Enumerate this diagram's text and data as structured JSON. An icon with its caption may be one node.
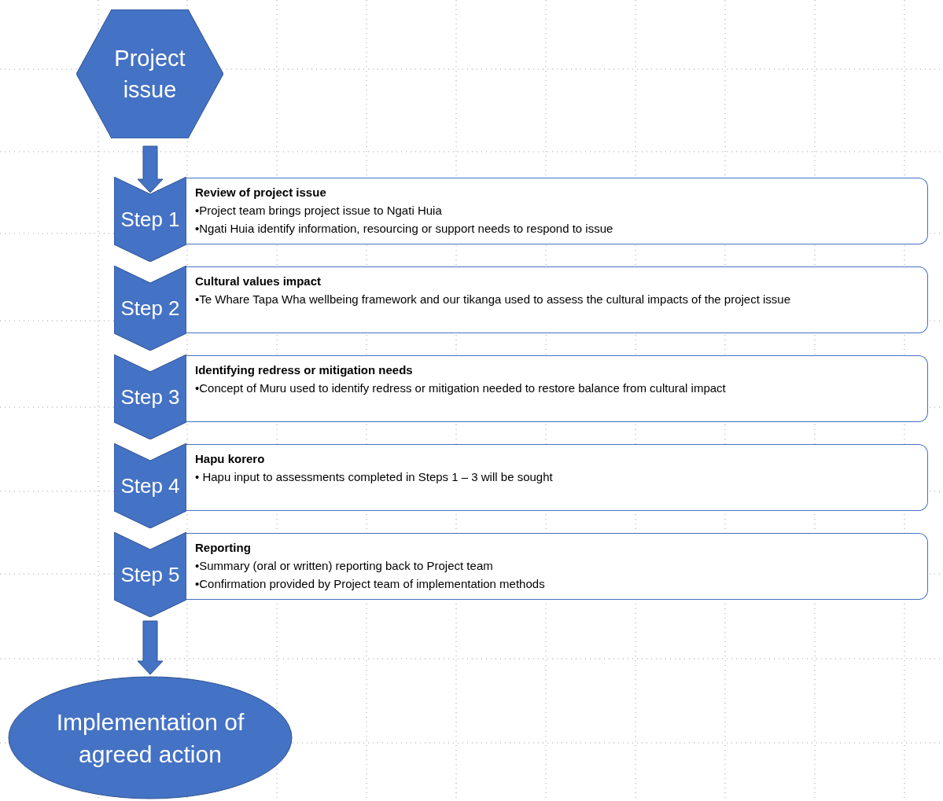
{
  "diagram": {
    "nodes": [
      {
        "text": [
          "Project issue"
        ]
      },
      {
        "text": [
          "Step 1"
        ]
      },
      {
        "text": [
          "Review of project issue",
          "•Project team brings project issue to Ngati Huia",
          "•Ngati Huia identify information, resourcing or support needs to respond to issue"
        ]
      },
      {
        "text": [
          "Step 2"
        ]
      },
      {
        "text": [
          "Cultural values impact",
          "•Te Whare Tapa Wha wellbeing framework and our tikanga used to assess the cultural impacts of the project issue"
        ]
      },
      {
        "text": [
          "Step 3"
        ]
      },
      {
        "text": [
          "Identifying redress or mitigation needs",
          "•Concept of Muru used to identify redress or mitigation needed to restore balance from cultural impact"
        ]
      },
      {
        "text": [
          "Step 4"
        ]
      },
      {
        "text": [
          "Hapu korero",
          "• Hapu input to assessments completed in Steps 1 – 3 will be sought"
        ]
      },
      {
        "text": [
          "Step 5"
        ]
      },
      {
        "text": [
          "Reporting",
          "•Summary (oral or written) reporting back to Project team",
          "•Confirmation provided by Project team of implementation methods"
        ]
      },
      {
        "text": [
          "Implementation of agreed action"
        ]
      }
    ],
    "edges": [
      {
        "from": 0,
        "to": 1,
        "arrow": "to",
        "style": "thick"
      },
      {
        "from": 9,
        "to": 11,
        "arrow": "to",
        "style": "thick"
      }
    ]
  }
}
